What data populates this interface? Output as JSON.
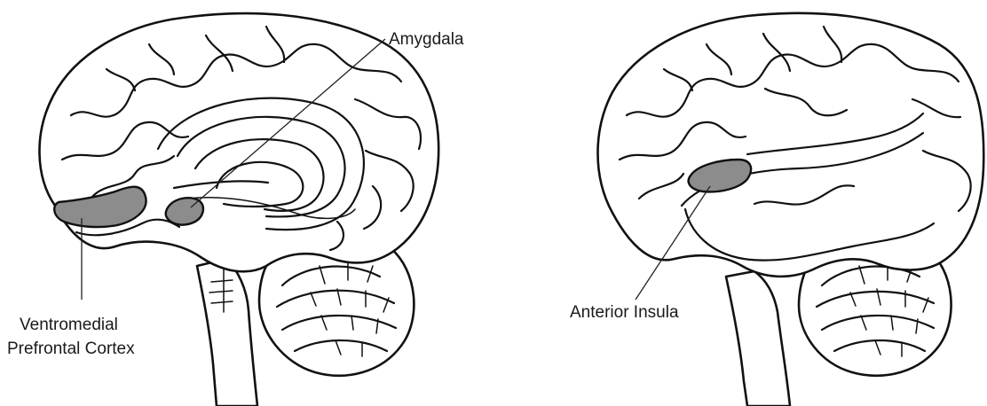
{
  "figure": {
    "left_brain": {
      "labels": {
        "amygdala": "Amygdala",
        "vmpfc_line1": "Ventromedial",
        "vmpfc_line2": "Prefrontal Cortex"
      }
    },
    "right_brain": {
      "labels": {
        "anterior_insula": "Anterior Insula"
      }
    },
    "colors": {
      "highlight_fill": "#8c8c8c",
      "outline": "#111111",
      "background": "#ffffff"
    }
  }
}
